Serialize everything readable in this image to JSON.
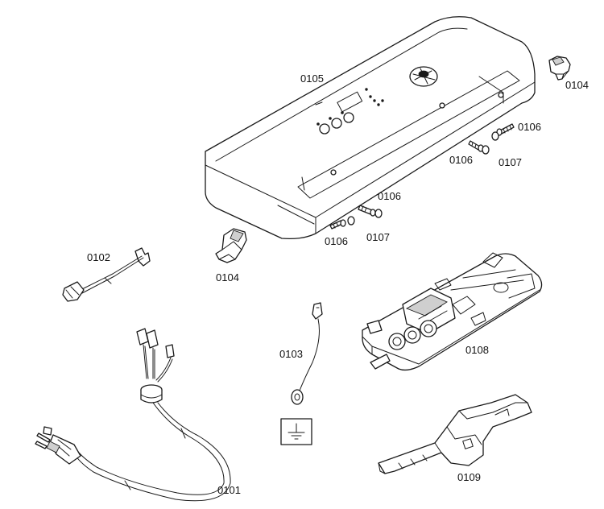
{
  "labels": {
    "p0105": "0105",
    "p0104_top": "0104",
    "p0106_a": "0106",
    "p0106_b": "0106",
    "p0107_a": "0107",
    "p0106_c": "0106",
    "p0106_d": "0106",
    "p0107_b": "0107",
    "p0102": "0102",
    "p0104_left": "0104",
    "p0103": "0103",
    "p0108": "0108",
    "p0101": "0101",
    "p0109": "0109"
  }
}
